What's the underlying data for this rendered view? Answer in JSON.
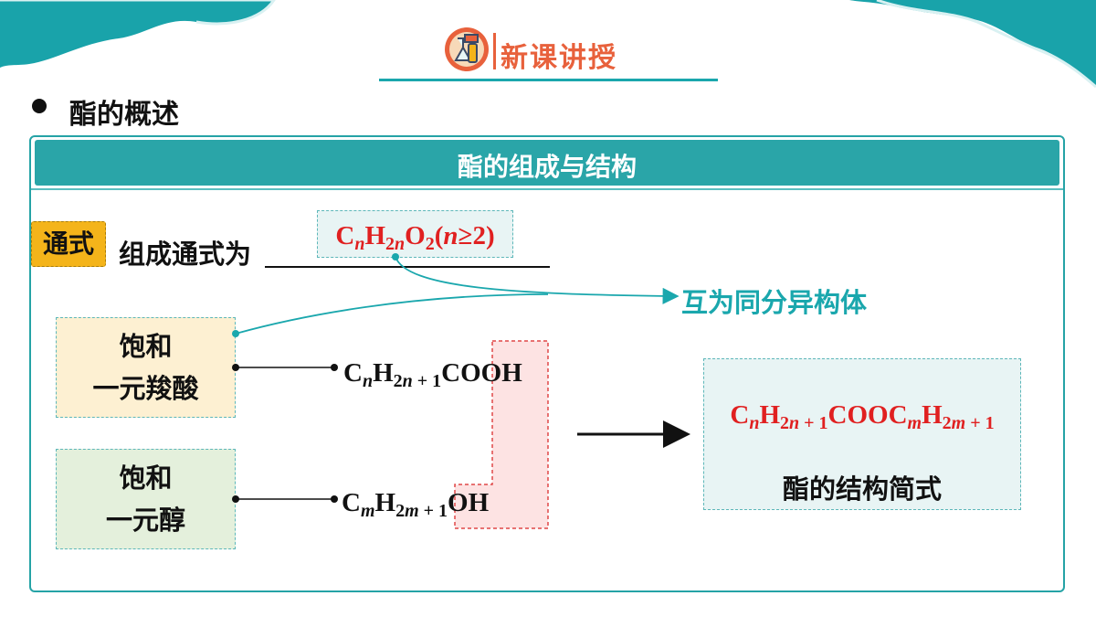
{
  "header": {
    "title": "新课讲授",
    "icon": "chemistry-flask-icon"
  },
  "section": {
    "heading": "酯的概述"
  },
  "panel": {
    "title": "酯的组成与结构"
  },
  "general_formula": {
    "tag": "通式",
    "label": "组成通式为",
    "formula": "CnH2nO2(n≥2)"
  },
  "isomer_note": "互为同分异构体",
  "categories": {
    "acid": {
      "line1": "饱和",
      "line2": "一元羧酸",
      "formula": "CnH2n+1COOH"
    },
    "alcohol": {
      "line1": "饱和",
      "line2": "一元醇",
      "formula": "CmH2m+1OH"
    }
  },
  "ester": {
    "formula": "CnH2n+1COOCmH2m+1",
    "caption": "酯的结构简式"
  },
  "colors": {
    "teal": "#2aa5a8",
    "orange": "#e8613c",
    "red": "#e02020",
    "tag_yellow": "#f4b41a"
  }
}
